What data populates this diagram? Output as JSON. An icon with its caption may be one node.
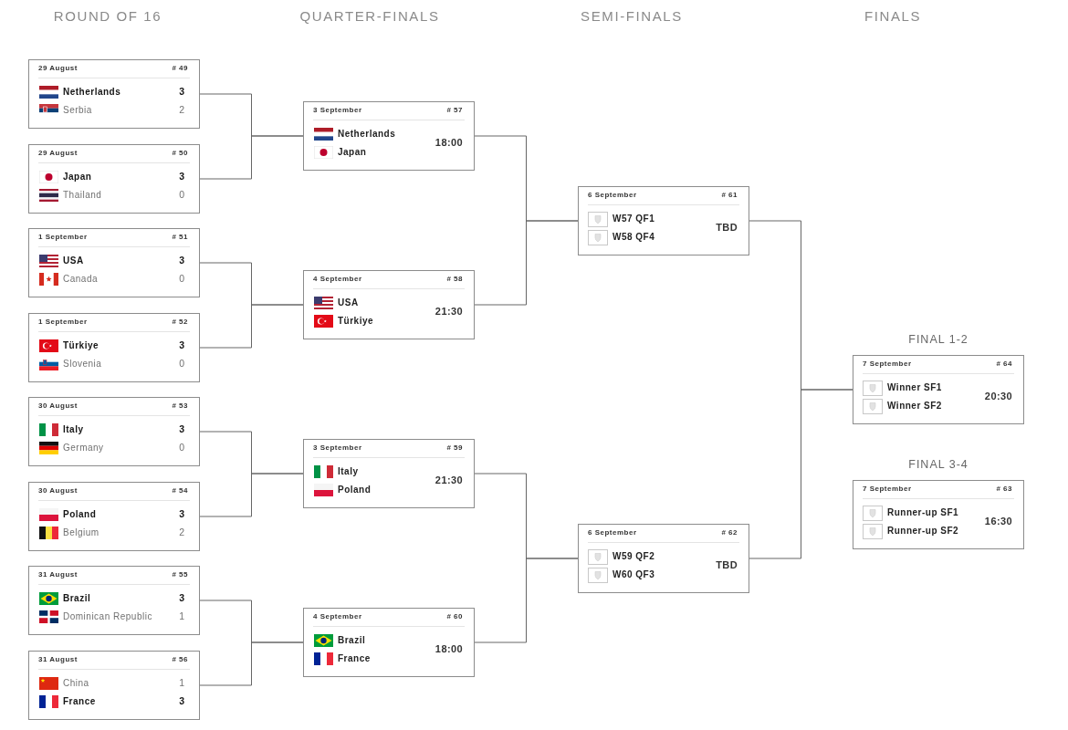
{
  "diagram": {
    "nodes": [
      {
        "text": [
          "29 August",
          "# 49",
          "Netherlands",
          "3",
          "Serbia",
          "2"
        ]
      },
      {
        "text": [
          "29 August",
          "# 50",
          "Japan",
          "3",
          "Thailand",
          "0"
        ]
      },
      {
        "text": [
          "1 September",
          "# 51",
          "USA",
          "3",
          "Canada",
          "0"
        ]
      },
      {
        "text": [
          "1 September",
          "# 52",
          "Türkiye",
          "3",
          "Slovenia",
          "0"
        ]
      },
      {
        "text": [
          "30 August",
          "# 53",
          "Italy",
          "3",
          "Germany",
          "0"
        ]
      },
      {
        "text": [
          "30 August",
          "# 54",
          "Poland",
          "3",
          "Belgium",
          "2"
        ]
      },
      {
        "text": [
          "31 August",
          "# 55",
          "Brazil",
          "3",
          "Dominican Republic",
          "1"
        ]
      },
      {
        "text": [
          "31 August",
          "# 56",
          "China",
          "1",
          "France",
          "3"
        ]
      },
      {
        "text": [
          "3 September",
          "# 57",
          "Netherlands",
          "Japan",
          "18:00"
        ]
      },
      {
        "text": [
          "4 September",
          "# 58",
          "USA",
          "Türkiye",
          "21:30"
        ]
      },
      {
        "text": [
          "3 September",
          "# 59",
          "Italy",
          "Poland",
          "21:30"
        ]
      },
      {
        "text": [
          "4 September",
          "# 60",
          "Brazil",
          "France",
          "18:00"
        ]
      },
      {
        "text": [
          "6 September",
          "# 61",
          "W57 QF1",
          "W58 QF4",
          "TBD"
        ]
      },
      {
        "text": [
          "6 September",
          "# 62",
          "W59 QF2",
          "W60 QF3",
          "TBD"
        ]
      },
      {
        "text": [
          "FINAL 1-2",
          "7 September",
          "# 64",
          "Winner SF1",
          "Winner SF2",
          "20:30"
        ]
      },
      {
        "text": [
          "FINAL 3-4",
          "7 September",
          "# 63",
          "Runner-up SF1",
          "Runner-up SF2",
          "16:30"
        ]
      }
    ],
    "edges": [
      {
        "from": 0,
        "to": 8,
        "arrow": "none"
      },
      {
        "from": 1,
        "to": 8,
        "arrow": "none"
      },
      {
        "from": 2,
        "to": 9,
        "arrow": "none"
      },
      {
        "from": 3,
        "to": 9,
        "arrow": "none"
      },
      {
        "from": 4,
        "to": 10,
        "arrow": "none"
      },
      {
        "from": 5,
        "to": 10,
        "arrow": "none"
      },
      {
        "from": 6,
        "to": 11,
        "arrow": "none"
      },
      {
        "from": 7,
        "to": 11,
        "arrow": "none"
      },
      {
        "from": 8,
        "to": 12,
        "arrow": "none"
      },
      {
        "from": 9,
        "to": 12,
        "arrow": "none"
      },
      {
        "from": 10,
        "to": 13,
        "arrow": "none"
      },
      {
        "from": 11,
        "to": 13,
        "arrow": "none"
      },
      {
        "from": 12,
        "to": 14,
        "arrow": "none"
      },
      {
        "from": 13,
        "to": 14,
        "arrow": "none"
      }
    ],
    "labels": [
      "ROUND OF 16",
      "QUARTER-FINALS",
      "SEMI-FINALS",
      "FINALS"
    ]
  }
}
